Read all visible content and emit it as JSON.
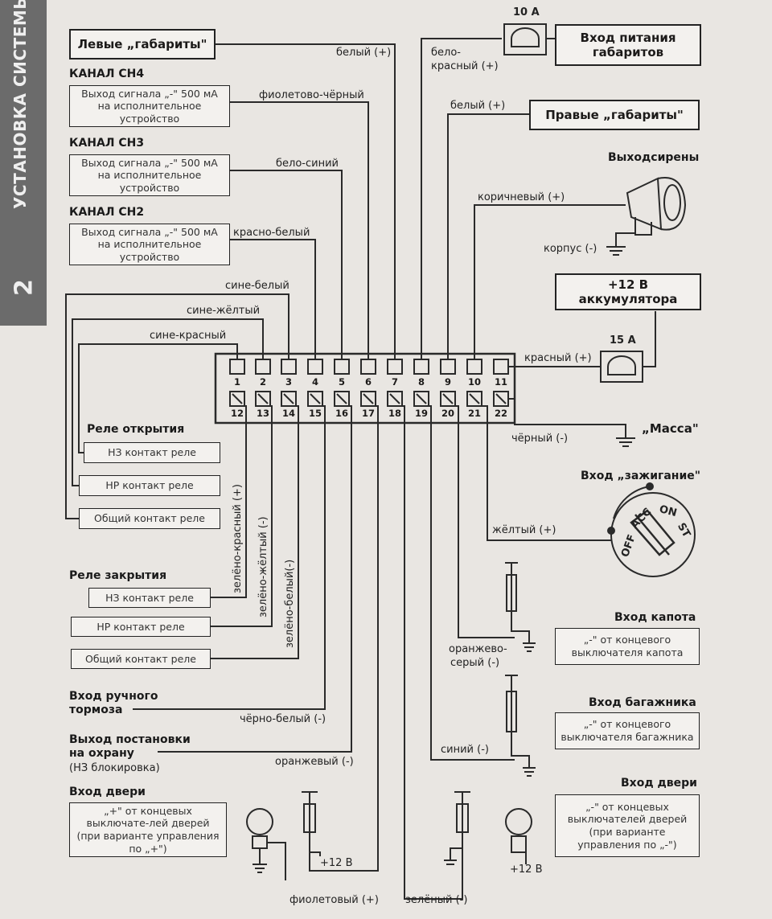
{
  "sidebar": {
    "title": "УСТАНОВКА СИСТЕМЫ",
    "chapter_number": "2"
  },
  "fuses": {
    "top": "10 А",
    "battery": "15 А"
  },
  "connector": {
    "pins_top": [
      "1",
      "2",
      "3",
      "4",
      "5",
      "6",
      "7",
      "8",
      "9",
      "10",
      "11"
    ],
    "pins_bottom": [
      "12",
      "13",
      "14",
      "15",
      "16",
      "17",
      "18",
      "19",
      "20",
      "21",
      "22"
    ]
  },
  "left": {
    "left_lights": "Левые „габариты\"",
    "ch4_header": "КАНАЛ CH4",
    "ch4_box": "Выход сигнала „-\" 500 мА на исполнительное устройство",
    "ch3_header": "КАНАЛ CH3",
    "ch3_box": "Выход сигнала „-\" 500 мА на исполнительное устройство",
    "ch2_header": "КАНАЛ CH2",
    "ch2_box": "Выход сигнала „-\" 500 мА на исполнительное устройство",
    "open_relay_header": "Реле открытия",
    "open_nc": "НЗ контакт реле",
    "open_no": "НР контакт реле",
    "open_com": "Общий контакт реле",
    "close_relay_header": "Реле закрытия",
    "close_nc": "НЗ контакт реле",
    "close_no": "НР контакт реле",
    "close_com": "Общий контакт реле",
    "handbrake": "Вход ручного тормоза",
    "arm_out": "Выход постановки на охрану",
    "arm_out_sub": "(НЗ блокировка)",
    "door_header": "Вход двери",
    "door_box": "„+\" от концевых выключате-лей дверей (при варианте управления по „+\")"
  },
  "right": {
    "lights_power": "Вход питания габаритов",
    "right_lights": "Правые „габариты\"",
    "siren_header": "Выходсирены",
    "siren_body": "корпус (-)",
    "battery": "+12 В аккумулятора",
    "ground": "„Масса\"",
    "ignition_header": "Вход „зажигание\"",
    "ignition_positions": [
      "OFF",
      "ACC",
      "ON",
      "ST"
    ],
    "hood_header": "Вход капота",
    "hood_box": "„-\" от концевого выключателя капота",
    "trunk_header": "Вход багажника",
    "trunk_box": "„-\" от концевого выключателя багажника",
    "door_header": "Вход двери",
    "door_box": "„-\" от концевых выключателей дверей (при варианте управления по „-\")"
  },
  "wires": {
    "w_white": "белый (+)",
    "w_violet_black": "фиолетово-чёрный",
    "w_white_blue": "бело-синий",
    "w_red_white": "красно-белый",
    "w_blue_white": "сине-белый",
    "w_blue_yellow": "сине-жёлтый",
    "w_blue_red": "сине-красный",
    "w_white_red_1": "бело-",
    "w_white_red_2": "красный (+)",
    "w_white_right": "белый (+)",
    "w_brown": "коричневый (+)",
    "w_red": "красный (+)",
    "w_black": "чёрный (-)",
    "w_yellow": "жёлтый (+)",
    "w_green_red": "зелёно-красный (+)",
    "w_green_yellow": "зелёно-жёлтый (-)",
    "w_green_white": "зелёно-белый(-)",
    "w_black_white": "чёрно-белый (-)",
    "w_orange": "оранжевый (-)",
    "w_orange_grey_1": "оранжево-",
    "w_orange_grey_2": "серый (-)",
    "w_blue": "синий (-)",
    "w_violet": "фиолетовый (+)",
    "w_green": "зелёный (-)",
    "plus12_left": "+12 В",
    "plus12_right": "+12 В"
  }
}
